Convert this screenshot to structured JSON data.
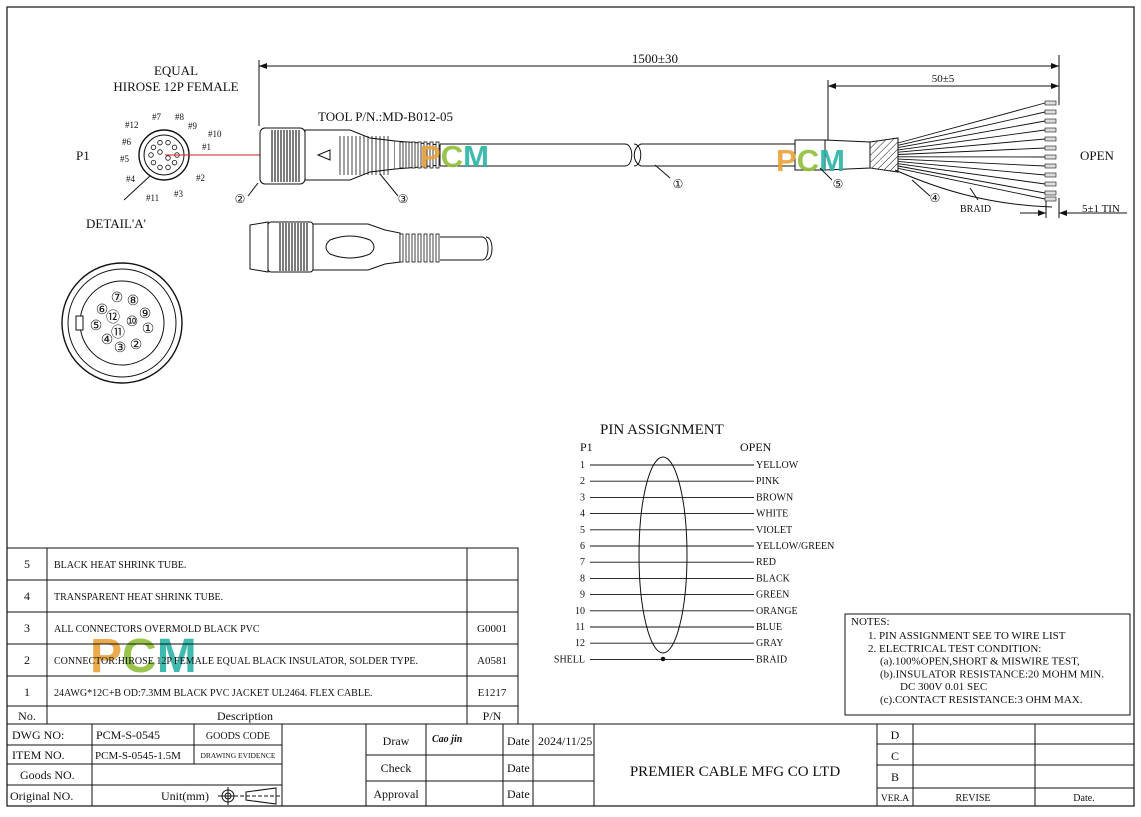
{
  "drawing": {
    "length_dim": "1500±30",
    "strip_dim": "50±5",
    "tin_dim": "5±1 TIN",
    "connector_type_line1": "EQUAL",
    "connector_type_line2": "HIROSE 12P FEMALE",
    "tool_pn": "TOOL P/N.:MD-B012-05",
    "p1_label": "P1",
    "open_label": "OPEN",
    "detail_label": "DETAIL'A'",
    "braid_label": "BRAID",
    "watermark": "PCM",
    "pin_labels": [
      "#1",
      "#2",
      "#3",
      "#4",
      "#5",
      "#6",
      "#7",
      "#8",
      "#9",
      "#10",
      "#11",
      "#12"
    ],
    "callouts": [
      "①",
      "②",
      "③",
      "④",
      "⑤"
    ],
    "detail_pins": [
      "⑦",
      "⑧",
      "⑥",
      "⑫",
      "⑩",
      "⑨",
      "⑤",
      "⑪",
      "①",
      "④",
      "③",
      "②"
    ]
  },
  "pin_assignment": {
    "title": "PIN  ASSIGNMENT",
    "left_header": "P1",
    "right_header": "OPEN",
    "rows": [
      {
        "pin": "1",
        "wire": "YELLOW"
      },
      {
        "pin": "2",
        "wire": "PINK"
      },
      {
        "pin": "3",
        "wire": "BROWN"
      },
      {
        "pin": "4",
        "wire": "WHITE"
      },
      {
        "pin": "5",
        "wire": "VIOLET"
      },
      {
        "pin": "6",
        "wire": "YELLOW/GREEN"
      },
      {
        "pin": "7",
        "wire": "RED"
      },
      {
        "pin": "8",
        "wire": "BLACK"
      },
      {
        "pin": "9",
        "wire": "GREEN"
      },
      {
        "pin": "10",
        "wire": "ORANGE"
      },
      {
        "pin": "11",
        "wire": "BLUE"
      },
      {
        "pin": "12",
        "wire": "GRAY"
      },
      {
        "pin": "SHELL",
        "wire": "BRAID"
      }
    ]
  },
  "notes": {
    "title": "NOTES:",
    "lines": [
      "1. PIN ASSIGNMENT SEE TO WIRE LIST",
      "2. ELECTRICAL TEST CONDITION:",
      "(a).100%OPEN,SHORT & MISWIRE TEST,",
      "(b).INSULATOR RESISTANCE:20 MOHM MIN.",
      "DC 300V 0.01 SEC",
      "(c).CONTACT RESISTANCE:3 OHM MAX."
    ]
  },
  "bom": {
    "rows": [
      {
        "no": "5",
        "desc": "BLACK HEAT SHRINK TUBE.",
        "pn": ""
      },
      {
        "no": "4",
        "desc": "TRANSPARENT HEAT SHRINK TUBE.",
        "pn": ""
      },
      {
        "no": "3",
        "desc": "ALL CONNECTORS OVERMOLD BLACK PVC",
        "pn": "G0001"
      },
      {
        "no": "2",
        "desc": "CONNECTOR:HIROSE 12P FEMALE EQUAL BLACK INSULATOR, SOLDER TYPE.",
        "pn": "A0581"
      },
      {
        "no": "1",
        "desc": "24AWG*12C+B OD:7.3MM BLACK PVC JACKET UL2464. FLEX CABLE.",
        "pn": "E1217"
      }
    ],
    "header": {
      "no": "No.",
      "desc": "Description",
      "pn": "P/N"
    }
  },
  "title_block": {
    "dwg_no_label": "DWG NO:",
    "dwg_no": "PCM-S-0545",
    "goods_code_label": "GOODS CODE",
    "item_no_label": "ITEM NO.",
    "item_no": "PCM-S-0545-1.5M",
    "drawing_evidence_label": "DRAWING EVIDENCE",
    "goods_no_label": "Goods NO.",
    "original_no_label": "Original NO.",
    "unit_label": "Unit(mm)",
    "draw_label": "Draw",
    "draw_sign": "Cao jin",
    "check_label": "Check",
    "approval_label": "Approval",
    "date_label": "Date",
    "draw_date": "2024/11/25",
    "company": "PREMIER CABLE MFG CO LTD",
    "revisions": [
      "D",
      "C",
      "B"
    ],
    "ver_label": "VER.A",
    "revise_label": "REVISE",
    "date2_label": "Date."
  },
  "colors": {
    "line": "#111111",
    "red_line": "#d42020",
    "pcm_p": "#e8a23a",
    "pcm_c": "#8fbf3a",
    "pcm_m": "#2bb3a6"
  }
}
